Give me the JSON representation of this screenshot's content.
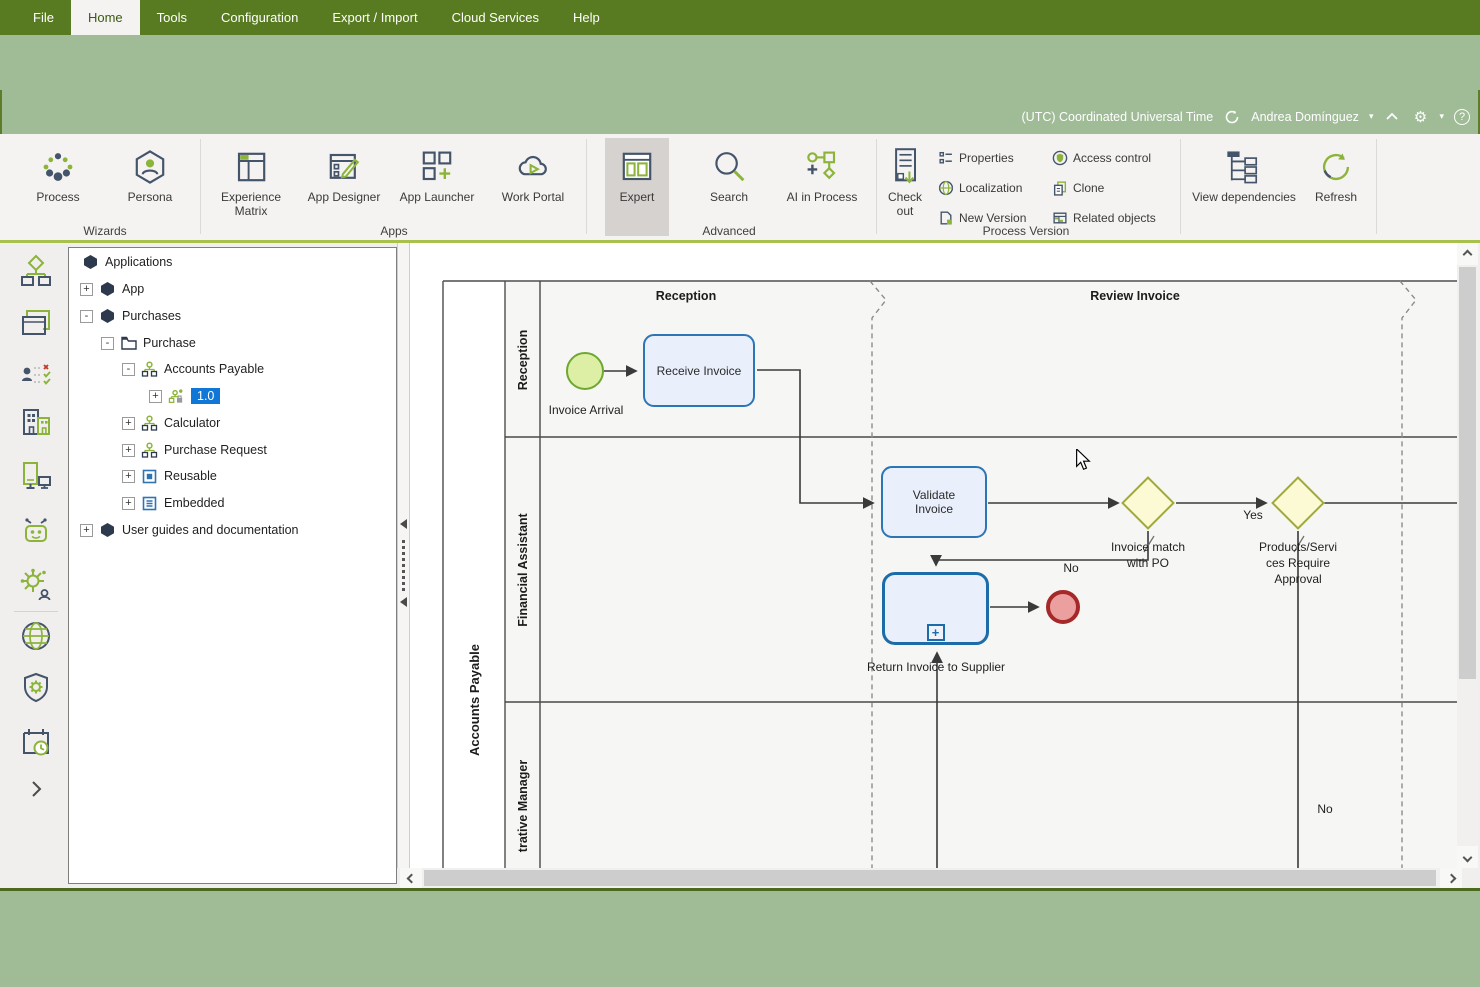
{
  "glyphs": {
    "plus": "+",
    "minus": "-",
    "help": "?",
    "gear": "⚙",
    "caret": "▾",
    "subprocess_plus": "+"
  },
  "titlebar": {
    "timezone": "(UTC) Coordinated Universal Time",
    "user": "Andrea Domínguez"
  },
  "menu": {
    "file": "File",
    "home": "Home",
    "tools": "Tools",
    "configuration": "Configuration",
    "export_import": "Export / Import",
    "cloud_services": "Cloud Services",
    "help": "Help"
  },
  "ribbon": {
    "wizards": {
      "label": "Wizards",
      "process": "Process",
      "persona": "Persona"
    },
    "apps": {
      "label": "Apps",
      "experience_matrix": "Experience Matrix",
      "app_designer": "App Designer",
      "app_launcher": "App Launcher",
      "work_portal": "Work Portal"
    },
    "advanced": {
      "label": "Advanced",
      "expert": "Expert",
      "search": "Search",
      "ai_in_process": "AI in Process"
    },
    "process_version": {
      "label": "Process Version",
      "check_out": "Check out",
      "properties": "Properties",
      "localization": "Localization",
      "new_version": "New Version",
      "access_control": "Access control",
      "clone": "Clone",
      "related_objects": "Related objects"
    },
    "view_group": {
      "view_dependencies": "View dependencies",
      "refresh": "Refresh"
    }
  },
  "sidebar": {
    "icons": [
      "process-model-icon",
      "forms-icon",
      "stakeholder-check-icon",
      "organization-icon",
      "devices-icon",
      "bot-icon",
      "integration-icon",
      "globe-icon",
      "security-icon",
      "calendar-icon",
      "expand-chevron-icon"
    ]
  },
  "tree": {
    "items": [
      {
        "label": "Applications"
      },
      {
        "label": "App"
      },
      {
        "label": "Purchases"
      },
      {
        "label": "Purchase"
      },
      {
        "label": "Accounts Payable"
      },
      {
        "label": "1.0"
      },
      {
        "label": "Calculator"
      },
      {
        "label": "Purchase Request"
      },
      {
        "label": "Reusable"
      },
      {
        "label": "Embedded"
      },
      {
        "label": "User guides and documentation"
      }
    ]
  },
  "diagram": {
    "pool": "Accounts Payable",
    "phases": {
      "p1": "Reception",
      "p2": "Review Invoice"
    },
    "lanes": {
      "l1": "Reception",
      "l2": "Financial Assistant",
      "l3": "trative Manager"
    },
    "nodes": {
      "start_label": "Invoice Arrival",
      "task_receive": "Receive Invoice",
      "task_validate": "Validate Invoice",
      "gateway1_line1": "Invoice match",
      "gateway1_line2": "with PO",
      "gateway2_line1": "Products/Servi",
      "gateway2_line2": "ces Require",
      "gateway2_line3": "Approval",
      "subprocess_label": "Return Invoice to Supplier"
    },
    "edges": {
      "yes": "Yes",
      "no1": "No",
      "no2": "No"
    }
  },
  "colors": {
    "desktop_bg": "#9fbc97",
    "menubar_green": "#587b21",
    "accent_green": "#8cb43a",
    "selection_blue": "#1177d7",
    "task_border": "#2e75b5",
    "task_fill": "#e9effb",
    "gateway_fill": "#fbfad4",
    "start_fill": "#dcefa4",
    "end_fill": "#ec9f9f"
  }
}
